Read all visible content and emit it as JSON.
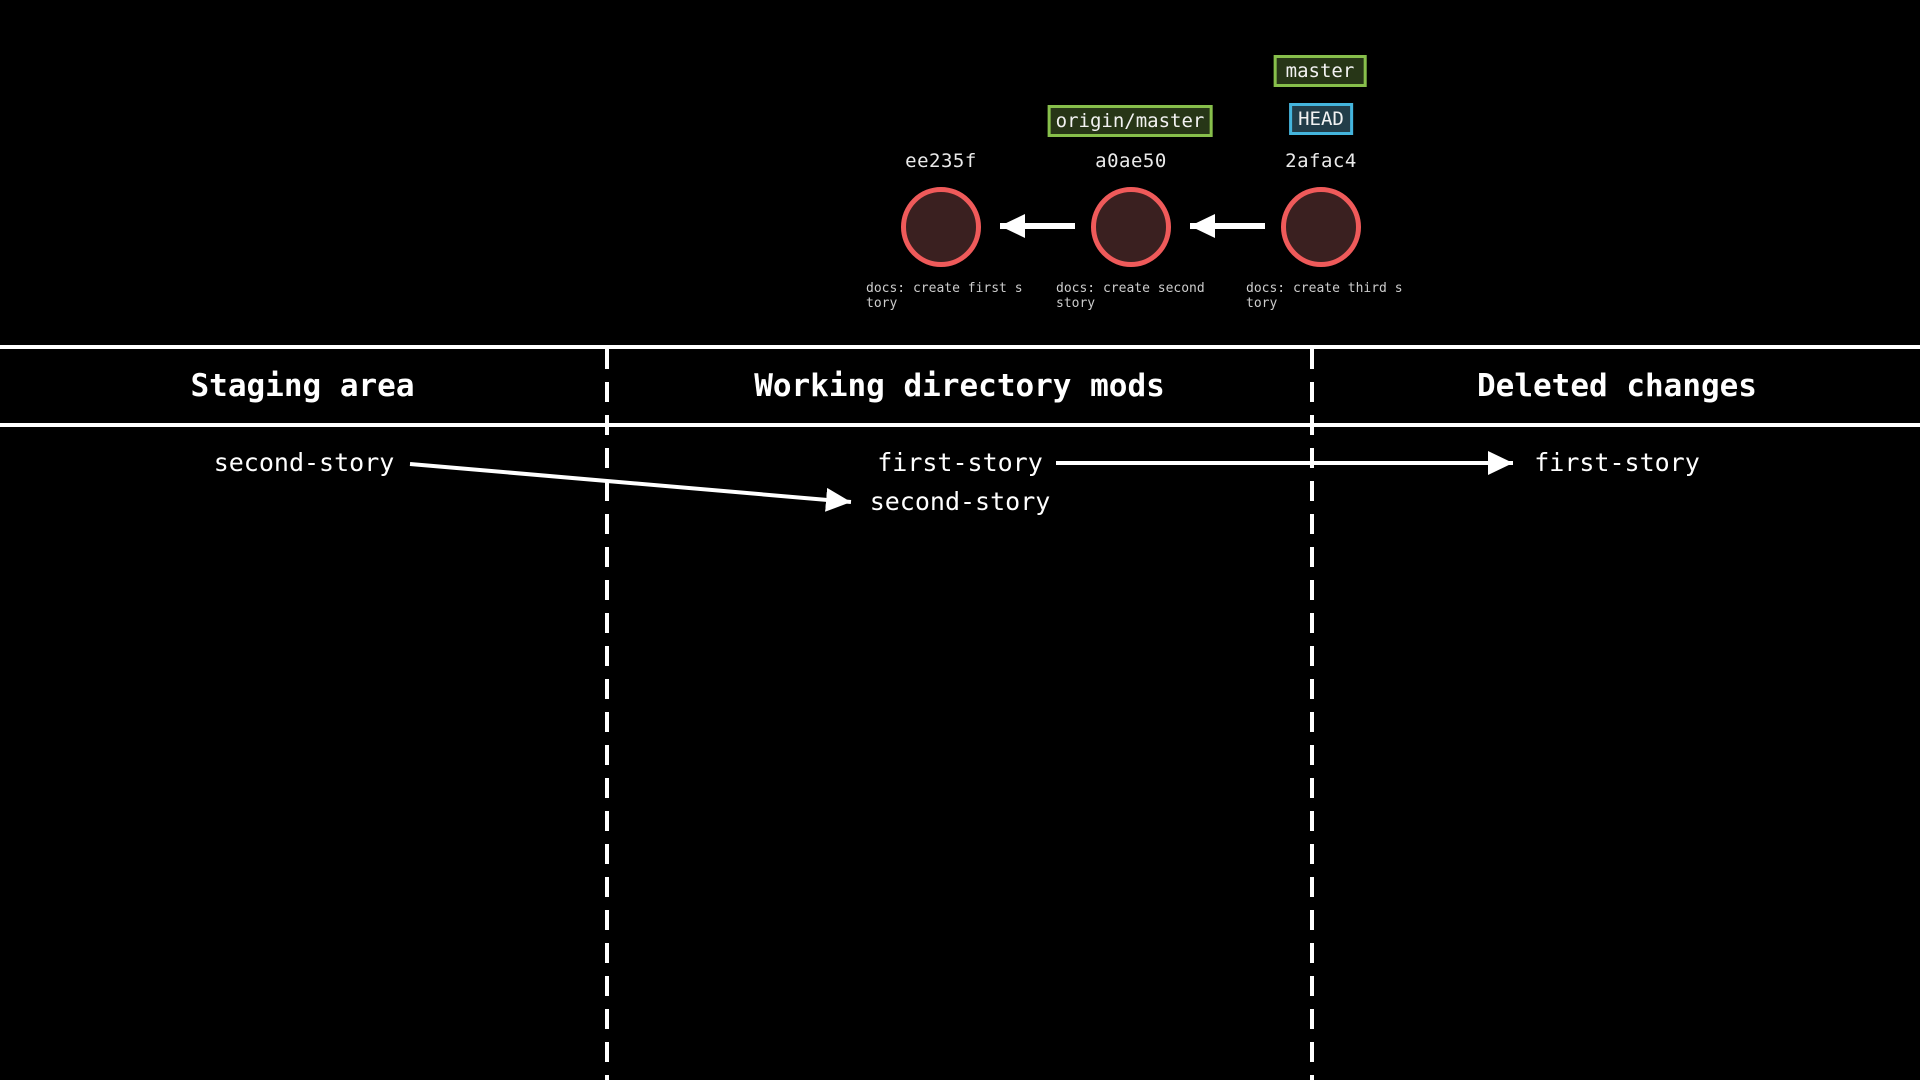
{
  "colors": {
    "background": "#000000",
    "commit_node_border": "#ef5a5a",
    "commit_node_fill": "#3a2020",
    "branch_label_border": "#87bf4b",
    "branch_label_fill": "#273617",
    "head_label_border": "#44b5dd",
    "head_label_fill": "#223d49",
    "line_color": "#ffffff",
    "text_primary": "#ffffff",
    "text_message": "#cccccc"
  },
  "graph": {
    "commits": [
      {
        "hash": "ee235f",
        "message": "docs: create first story"
      },
      {
        "hash": "a0ae50",
        "message": "docs: create second story"
      },
      {
        "hash": "2afac4",
        "message": "docs: create third story"
      }
    ],
    "refs": {
      "master_label": "master",
      "head_label": "HEAD",
      "origin_label": "origin/master"
    }
  },
  "table": {
    "columns": [
      {
        "header": "Staging area",
        "files": [
          "second-story"
        ]
      },
      {
        "header": "Working directory mods",
        "files": [
          "first-story",
          "second-story"
        ]
      },
      {
        "header": "Deleted changes",
        "files": [
          "first-story"
        ]
      }
    ]
  }
}
